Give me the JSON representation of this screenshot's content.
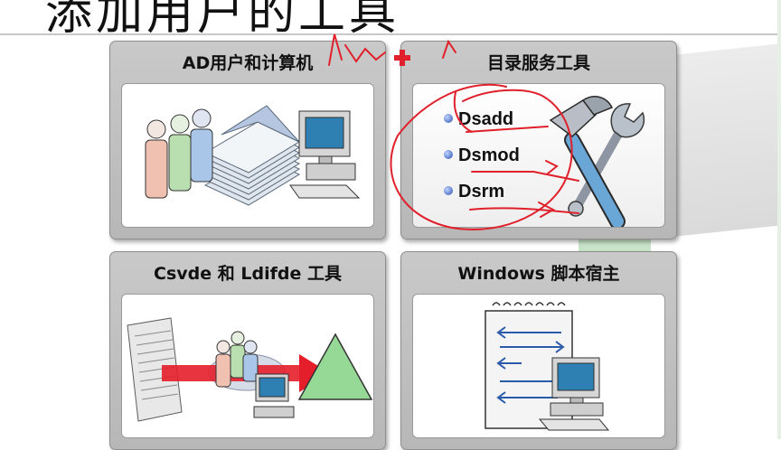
{
  "slide": {
    "title": "添加用户的工具"
  },
  "panels": {
    "ad_users": {
      "title": "AD用户和计算机",
      "icon": "users-computer-icon"
    },
    "dir_tools": {
      "title": "目录服务工具",
      "commands": [
        "Dsadd",
        "Dsmod",
        "Dsrm"
      ],
      "icon": "hammer-wrench-icon"
    },
    "csvde": {
      "title": "Csvde 和 Ldifde 工具",
      "icon": "import-export-icon"
    },
    "wsh": {
      "title": "Windows 脚本宿主",
      "icon": "script-computer-icon"
    }
  },
  "colors": {
    "annotation": "#e0202a",
    "panel_bg": "#c2c2c2",
    "accent_blue": "#3a6bc9"
  }
}
